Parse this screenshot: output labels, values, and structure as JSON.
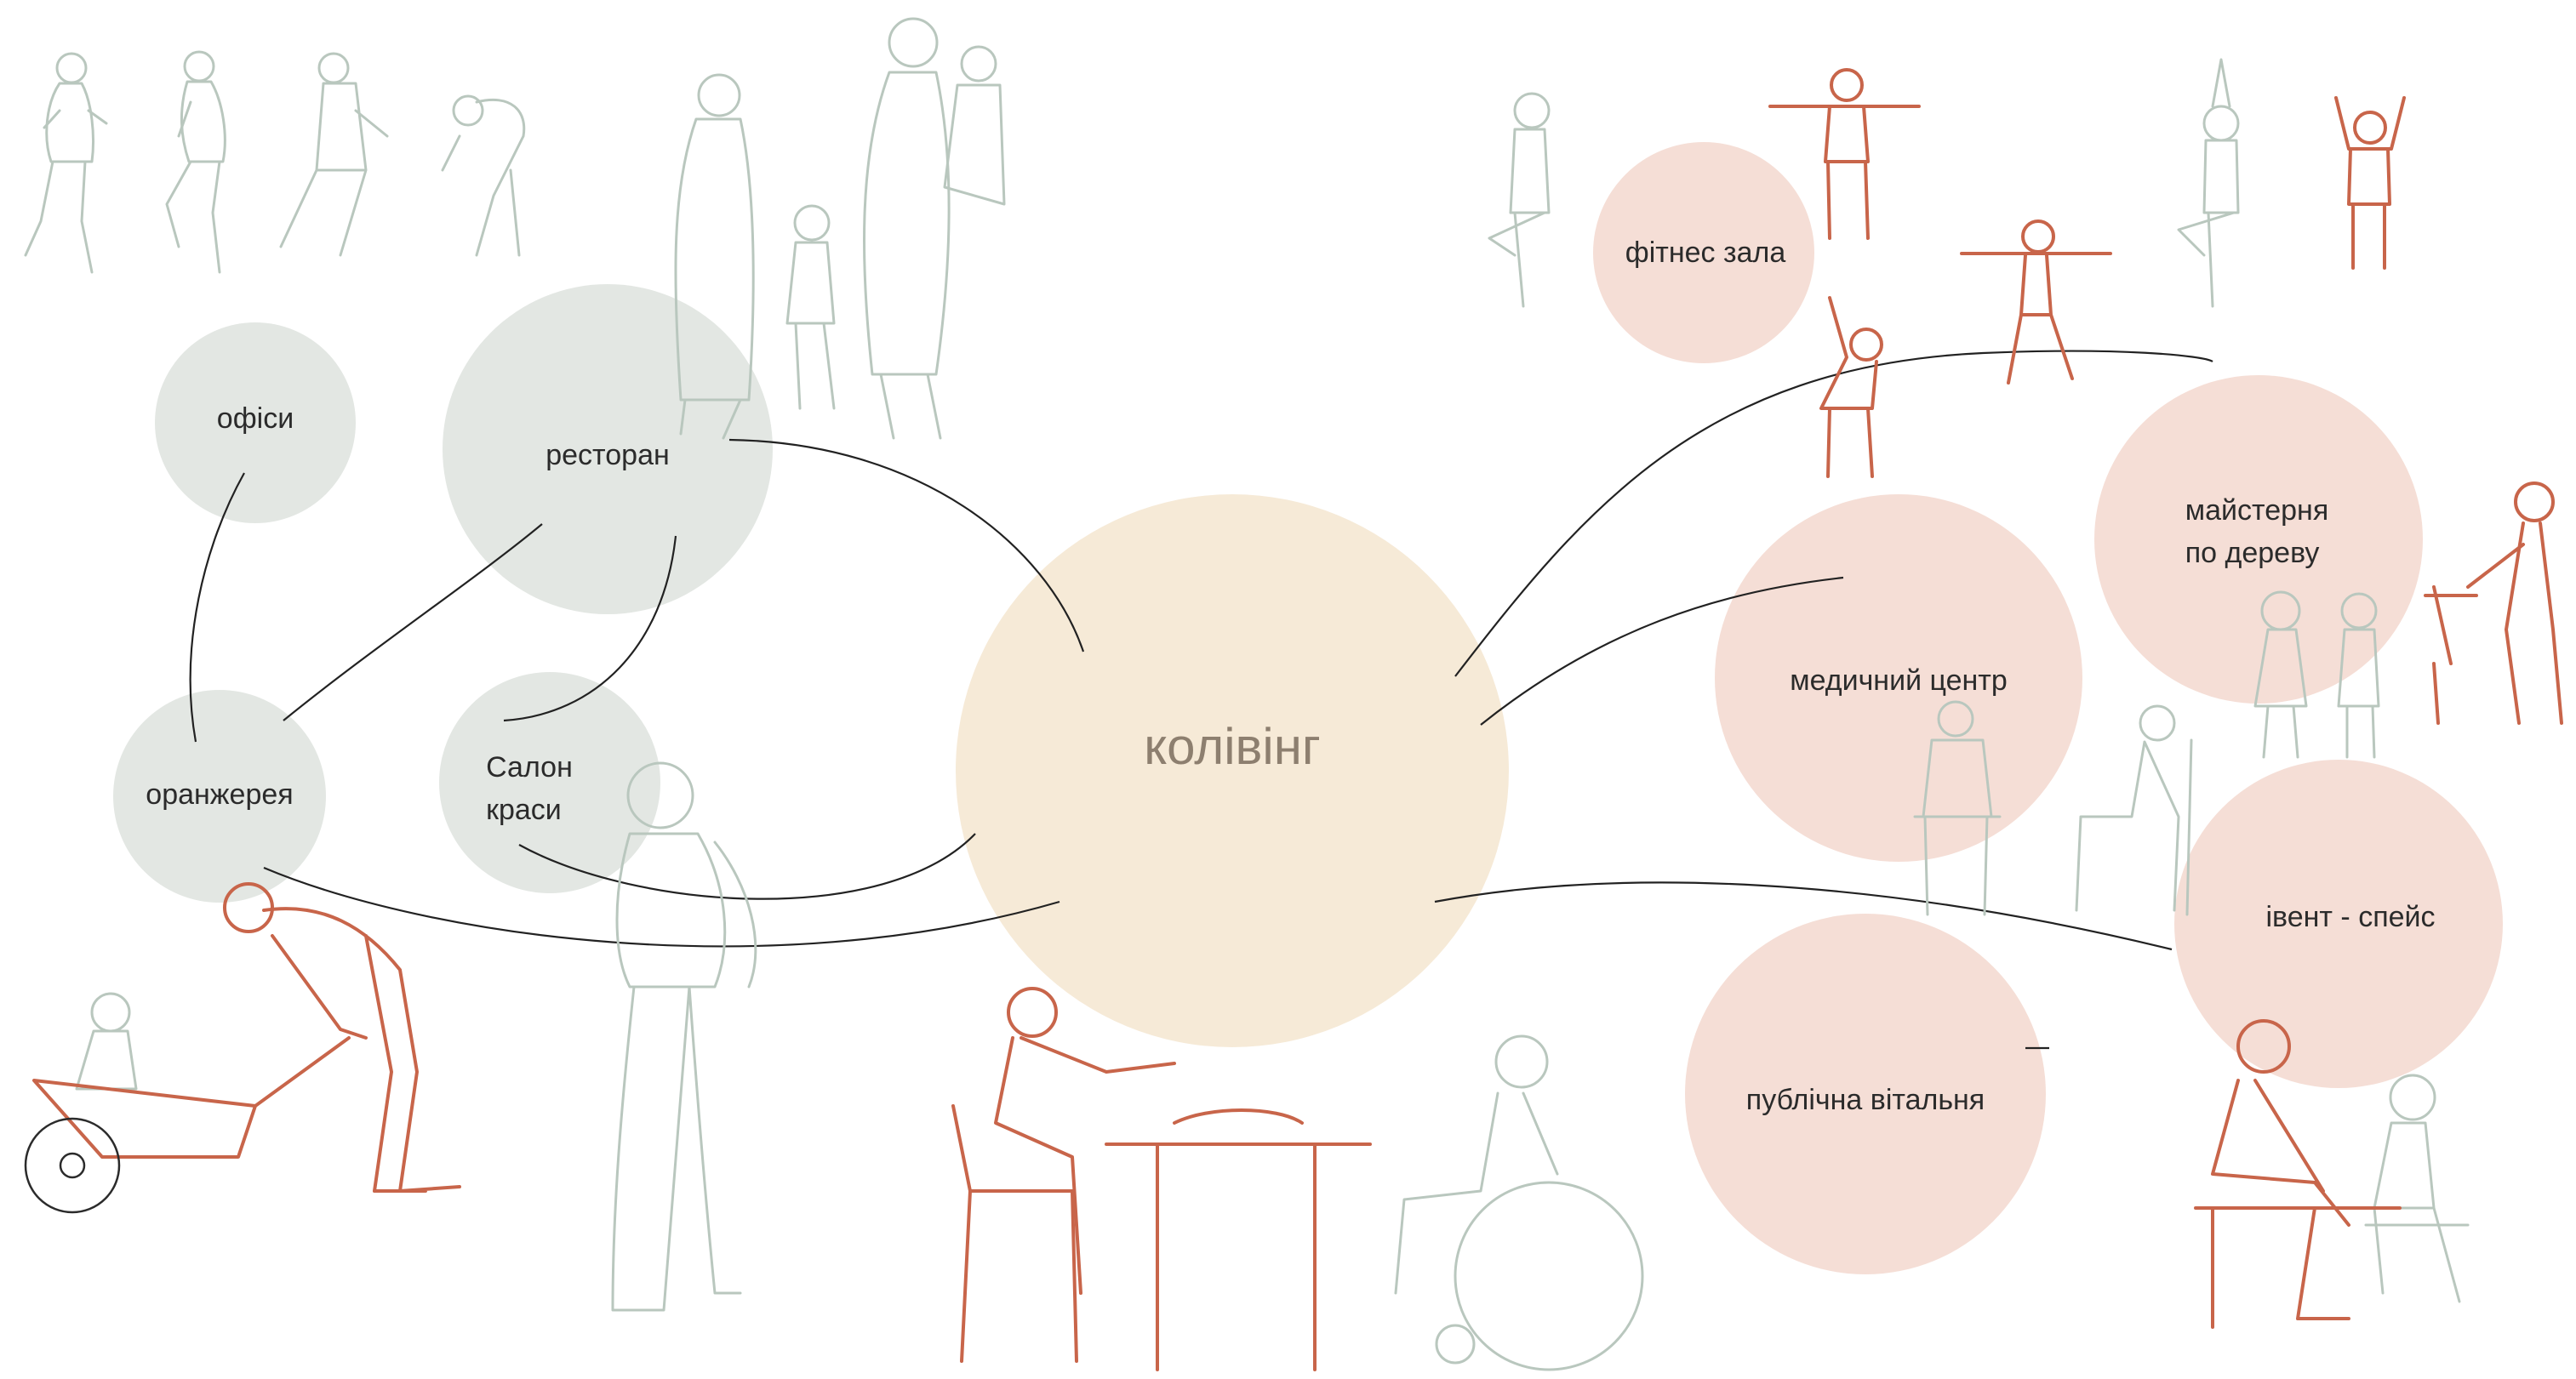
{
  "diagram": {
    "center": {
      "label": "колівінг",
      "color": "#f6ead7"
    },
    "left_nodes": [
      {
        "id": "offices",
        "label": "офіси"
      },
      {
        "id": "restaurant",
        "label": "ресторан"
      },
      {
        "id": "greenhouse",
        "label": "оранжерея"
      },
      {
        "id": "salon",
        "label_lines": [
          "Салон",
          "краси"
        ]
      }
    ],
    "right_nodes": [
      {
        "id": "fitness",
        "label": "фітнес зала"
      },
      {
        "id": "workshop",
        "label_lines": [
          "майстерня",
          "по дереву"
        ]
      },
      {
        "id": "medical",
        "label": "медичний центр"
      },
      {
        "id": "event",
        "label": "івент - спейс"
      },
      {
        "id": "lounge",
        "label": "публічна вітальня"
      }
    ],
    "colors": {
      "left_node": "#e3e7e3",
      "right_node": "#f5ded6",
      "connector": "#222222",
      "figure_green": "#b9c7be",
      "figure_red": "#c8654a"
    }
  }
}
